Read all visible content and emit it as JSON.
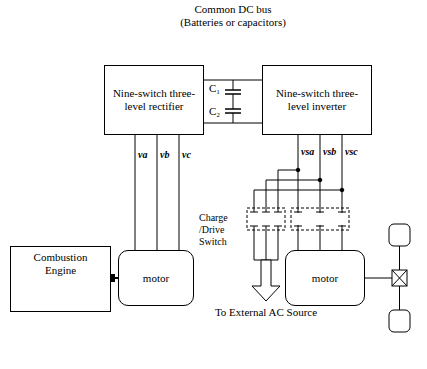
{
  "diagram": {
    "nodes": [
      {
        "text": [
          "Nine-switch three-level rectifier"
        ]
      },
      {
        "text": [
          "Nine-switch three-level inverter"
        ]
      },
      {
        "text": [
          "Combustion Engine"
        ]
      },
      {
        "text": [
          "motor"
        ]
      },
      {
        "text": [
          "motor"
        ]
      }
    ],
    "edges": [
      {
        "from": 0,
        "to": 1,
        "arrow": "none"
      },
      {
        "from": 2,
        "to": 3,
        "arrow": "none"
      },
      {
        "from": 0,
        "to": 3,
        "arrow": "none"
      },
      {
        "from": 1,
        "to": 4,
        "arrow": "none"
      }
    ],
    "labels": [
      "Common DC bus (Batteries or capacitors)",
      "C₁",
      "C₂",
      "va",
      "vb",
      "vc",
      "vsa",
      "vsb",
      "vsc",
      "Charge /Drive Switch",
      "To External AC Source"
    ]
  }
}
